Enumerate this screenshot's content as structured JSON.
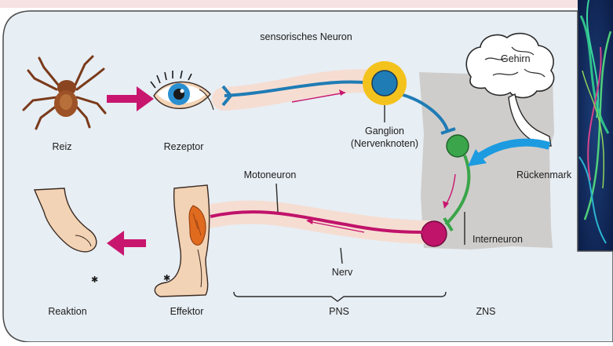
{
  "labels": {
    "reiz": "Reiz",
    "rezeptor": "Rezeptor",
    "sensorisches_neuron": "sensorisches Neuron",
    "ganglion_line1": "Ganglion",
    "ganglion_line2": "(Nervenknoten)",
    "gehirn": "Gehirn",
    "rueckenmark": "Rückenmark",
    "motoneuron": "Motoneuron",
    "interneuron": "Interneuron",
    "nerv": "Nerv",
    "reaktion": "Reaktion",
    "effektor": "Effektor",
    "pns": "PNS",
    "zns": "ZNS"
  },
  "colors": {
    "panel_background": "#e7eef4",
    "sensory_neuron": "#1f7cb5",
    "motor_neuron": "#c0136a",
    "interneuron": "#3aa54a",
    "ganglion_ring": "#f4c21c",
    "nerve_sheath": "#f6ddd2",
    "cns_area": "#cfcdcb",
    "arrow_magenta": "#c8166e",
    "arrow_blue": "#1d9be0"
  },
  "icons": [
    "spider-icon",
    "eye-icon",
    "brain-icon",
    "leg-icon",
    "foot-icon"
  ]
}
